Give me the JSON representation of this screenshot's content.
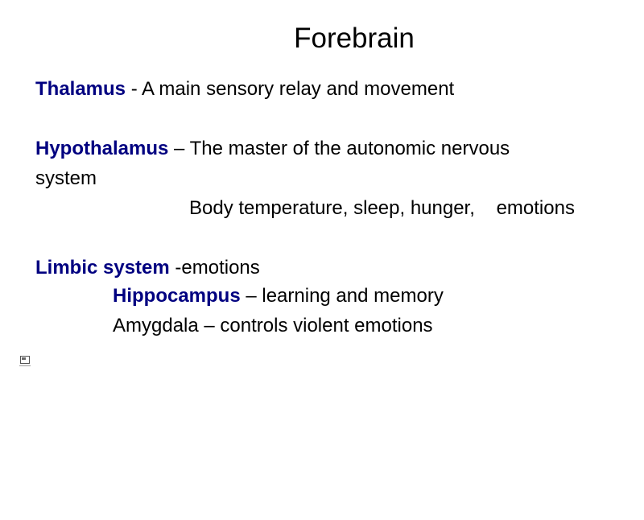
{
  "title": "Forebrain",
  "thalamus": {
    "term": "Thalamus",
    "description": " - A main sensory relay and movement"
  },
  "hypothalamus": {
    "term": "Hypothalamus",
    "description": " – The master of the autonomic nervous",
    "continuation": "system",
    "functions": "Body temperature, sleep, hunger,    emotions"
  },
  "limbic": {
    "term": "Limbic system",
    "description": " -emotions",
    "items": [
      {
        "term": "Hippocampus",
        "description": " – learning and memory"
      },
      {
        "text": "Amygdala – controls violent emotions"
      }
    ]
  },
  "icons": {
    "slide_icon": "slide-thumbnail-icon"
  }
}
